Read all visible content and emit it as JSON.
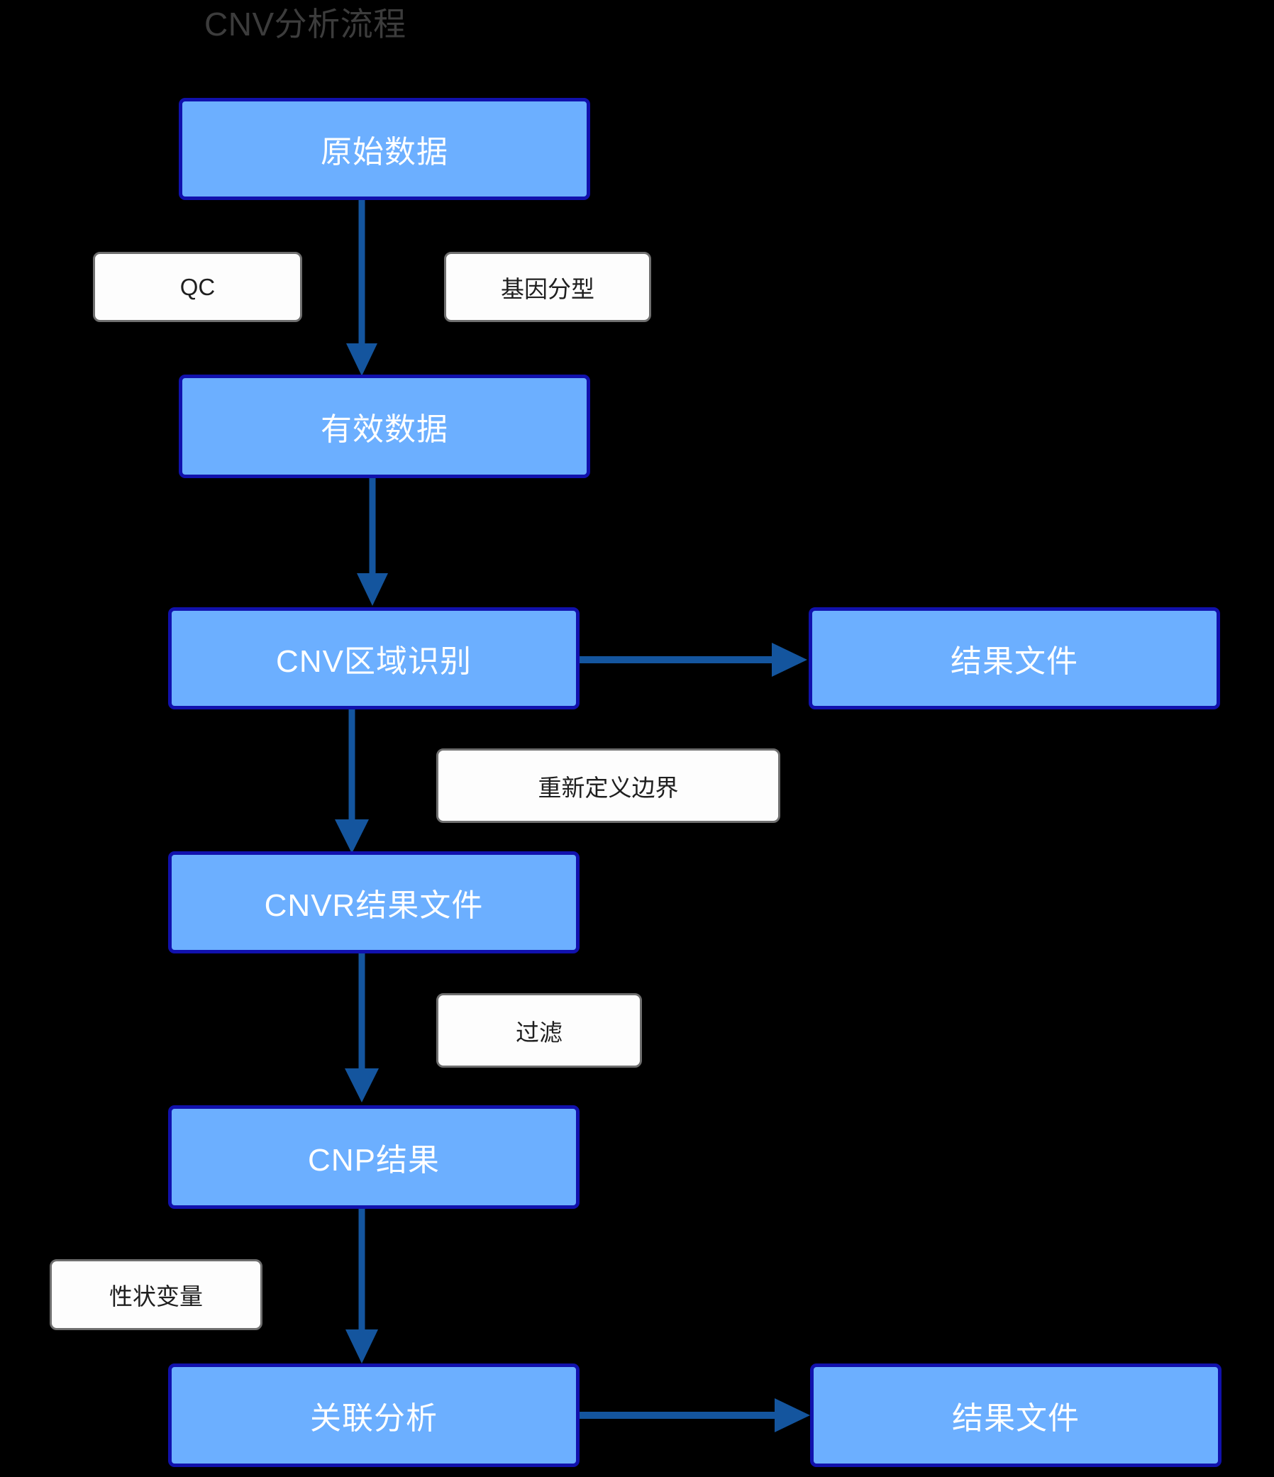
{
  "title": "CNV分析流程",
  "colors": {
    "background": "#000000",
    "node_fill": "#6cafff",
    "node_border": "#1111ad",
    "node_text": "#ffffff",
    "label_fill": "#fdfdfd",
    "label_border": "#6f6f6f",
    "label_text": "#1f1f1f",
    "arrow": "#14559e",
    "title_text": "#3c3c3c"
  },
  "chart_data": {
    "type": "diagram",
    "title": "CNV分析流程",
    "nodes": [
      {
        "id": "raw-data",
        "label": "原始数据",
        "kind": "process"
      },
      {
        "id": "valid-data",
        "label": "有效数据",
        "kind": "process"
      },
      {
        "id": "cnv-region",
        "label": "CNV区域识别",
        "kind": "process"
      },
      {
        "id": "result-file-1",
        "label": "结果文件",
        "kind": "process"
      },
      {
        "id": "cnvr-result",
        "label": "CNVR结果文件",
        "kind": "process"
      },
      {
        "id": "cnp-result",
        "label": "CNP结果",
        "kind": "process"
      },
      {
        "id": "assoc-analysis",
        "label": "关联分析",
        "kind": "process"
      },
      {
        "id": "result-file-2",
        "label": "结果文件",
        "kind": "process"
      }
    ],
    "edge_labels": [
      {
        "id": "qc",
        "label": "QC"
      },
      {
        "id": "genotyping",
        "label": "基因分型"
      },
      {
        "id": "redefine",
        "label": "重新定义边界"
      },
      {
        "id": "filter",
        "label": "过滤"
      },
      {
        "id": "trait",
        "label": "性状变量"
      }
    ],
    "edges": [
      {
        "from": "raw-data",
        "to": "valid-data",
        "direction": "down",
        "labels": [
          "QC",
          "基因分型"
        ]
      },
      {
        "from": "valid-data",
        "to": "cnv-region",
        "direction": "down",
        "labels": []
      },
      {
        "from": "cnv-region",
        "to": "result-file-1",
        "direction": "right",
        "labels": []
      },
      {
        "from": "cnv-region",
        "to": "cnvr-result",
        "direction": "down",
        "labels": [
          "重新定义边界"
        ]
      },
      {
        "from": "cnvr-result",
        "to": "cnp-result",
        "direction": "down",
        "labels": [
          "过滤"
        ]
      },
      {
        "from": "cnp-result",
        "to": "assoc-analysis",
        "direction": "down",
        "labels": [
          "性状变量"
        ]
      },
      {
        "from": "assoc-analysis",
        "to": "result-file-2",
        "direction": "right",
        "labels": []
      }
    ]
  },
  "nodes": {
    "raw_data": "原始数据",
    "valid_data": "有效数据",
    "cnv_region": "CNV区域识别",
    "result_file_1": "结果文件",
    "cnvr_result": "CNVR结果文件",
    "cnp_result": "CNP结果",
    "assoc_analysis": "关联分析",
    "result_file_2": "结果文件"
  },
  "labels": {
    "qc": "QC",
    "genotyping": "基因分型",
    "redefine_boundary": "重新定义边界",
    "filter": "过滤",
    "trait_variable": "性状变量"
  }
}
